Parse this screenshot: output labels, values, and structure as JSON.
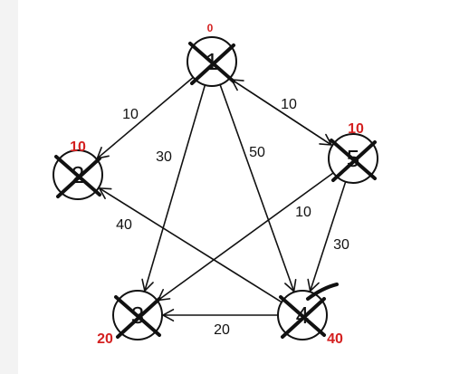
{
  "nodes": [
    {
      "id": "1",
      "label": "1",
      "distance": "0",
      "crossed": true
    },
    {
      "id": "2",
      "label": "2",
      "distance": "10",
      "crossed": true
    },
    {
      "id": "3",
      "label": "3",
      "distance": "20",
      "crossed": true
    },
    {
      "id": "4",
      "label": "4",
      "distance": "40",
      "crossed": true
    },
    {
      "id": "5",
      "label": "5",
      "distance": "10",
      "crossed": true
    }
  ],
  "edges": [
    {
      "from": "1",
      "to": "2",
      "weight": "10"
    },
    {
      "from": "1",
      "to": "3",
      "weight": "30"
    },
    {
      "from": "1",
      "to": "4",
      "weight": "50"
    },
    {
      "from": "1",
      "to": "5",
      "weight": "10"
    },
    {
      "from": "5",
      "to": "1",
      "weight": ""
    },
    {
      "from": "4",
      "to": "2",
      "weight": "40"
    },
    {
      "from": "5",
      "to": "3",
      "weight": "10"
    },
    {
      "from": "5",
      "to": "4",
      "weight": "30"
    },
    {
      "from": "4",
      "to": "3",
      "weight": "20"
    }
  ],
  "colors": {
    "distance": "#d42020",
    "ink": "#111111"
  }
}
